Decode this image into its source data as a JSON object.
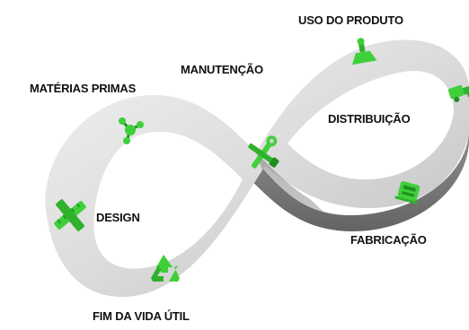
{
  "colors": {
    "icon_green": "#3fcf3a",
    "icon_green_dark": "#1f8f1f",
    "band_light": "#e9e9e9",
    "band_mid": "#c9c9c9",
    "band_dark": "#8a8a8a",
    "label_text": "#111111"
  },
  "labels": {
    "uso_do_produto": "USO DO PRODUTO",
    "manutencao": "MANUTENÇÃO",
    "materias_primas": "MATÉRIAS PRIMAS",
    "distribuicao": "DISTRIBUIÇÃO",
    "design": "DESIGN",
    "fabricacao": "FABRICAÇÃO",
    "fim_da_vida_util": "FIM DA VIDA ÚTIL"
  },
  "icons": [
    "pencil-ruler-icon",
    "molecule-icon",
    "wrench-screwdriver-icon",
    "product-icon",
    "delivery-truck-icon",
    "factory-machine-icon",
    "recycle-icon"
  ]
}
